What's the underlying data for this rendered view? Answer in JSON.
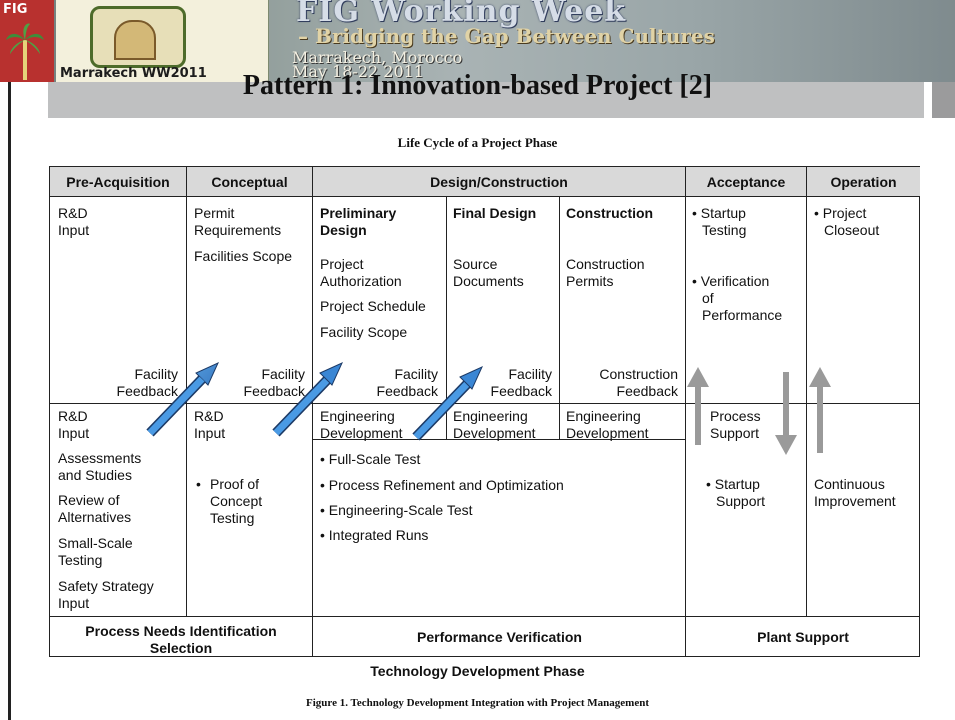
{
  "banner": {
    "fig_logo_text": "FIG",
    "ww_logo_text": "Marrakech WW2011",
    "event_title": "FIG Working Week",
    "event_subtitle": "– Bridging the Gap Between Cultures",
    "event_location": "Marrakech, Morocco",
    "event_dates": "May 18-22 2011"
  },
  "slide_title": "Pattern 1: Innovation-based Project [2]",
  "figure": {
    "title": "Life Cycle of a Project Phase",
    "headers": [
      "Pre-Acquisition",
      "Conceptual",
      "Design/Construction",
      "Acceptance",
      "Operation"
    ],
    "upper": {
      "pre_acq": [
        "R&D",
        "Input"
      ],
      "conceptual": [
        "Permit",
        "Requirements"
      ],
      "conceptual_2": "Facilities Scope",
      "prelim_title": [
        "Preliminary",
        "Design"
      ],
      "prelim_items": [
        "Project",
        "Authorization",
        "Project Schedule",
        "Facility Scope"
      ],
      "final_title": "Final Design",
      "final_items": [
        "Source",
        "Documents"
      ],
      "construction_title": "Construction",
      "construction_items": [
        "Construction",
        "Permits"
      ],
      "acceptance_items": [
        "• Startup",
        "Testing",
        "• Verification",
        "of",
        "Performance"
      ],
      "operation_items": [
        "• Project",
        "Closeout"
      ],
      "feedback_labels": [
        [
          "Facility",
          "Feedback"
        ],
        [
          "Facility",
          "Feedback"
        ],
        [
          "Facility",
          "Feedback"
        ],
        [
          "Facility",
          "Feedback"
        ],
        [
          "Construction",
          "Feedback"
        ]
      ]
    },
    "lower": {
      "pre_acq": [
        "R&D",
        "Input",
        "Assessments",
        "and Studies",
        "Review of",
        "Alternatives",
        "Small-Scale",
        "Testing",
        "Safety Strategy",
        "Input"
      ],
      "conceptual": [
        "R&D",
        "Input"
      ],
      "conceptual_bullet": [
        "•",
        "Proof of",
        "Concept",
        "Testing"
      ],
      "engineering_dev": [
        [
          "Engineering",
          "Development"
        ],
        [
          "Engineering",
          "Development"
        ],
        [
          "Engineering",
          "Development"
        ]
      ],
      "bullets": [
        "•   Full-Scale Test",
        "•   Process Refinement and Optimization",
        "•   Engineering-Scale Test",
        "•   Integrated Runs"
      ],
      "acceptance": [
        "Process",
        "Support",
        "• Startup",
        "Support"
      ],
      "operation": [
        "Continuous",
        "Improvement"
      ]
    },
    "footer": [
      "Process Needs Identification",
      "Selection",
      "Performance Verification",
      "Plant Support"
    ],
    "phase_label": "Technology Development Phase",
    "caption": "Figure 1.  Technology Development Integration with Project Management"
  },
  "colors": {
    "header_fill": "#d9d9d9",
    "arrow_blue": "#2f7fd0",
    "arrow_gray": "#9a9a9a",
    "fig_red": "#b8312f"
  }
}
